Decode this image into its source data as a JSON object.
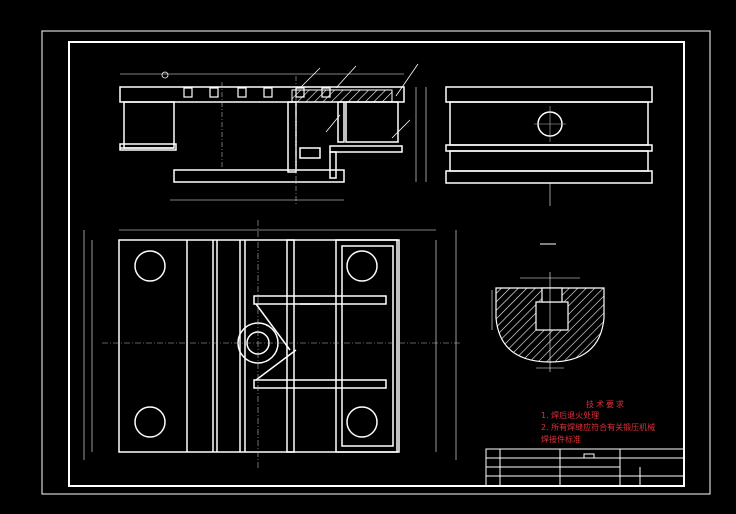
{
  "drawing": {
    "technical_notes": {
      "title": "技术要求",
      "lines": [
        "1. 焊后退火处理",
        "2. 所有焊缝应符合有关锻压机械",
        "焊接件标准"
      ]
    }
  },
  "colors": {
    "background": "#000000",
    "lines": "#ffffff",
    "hatch": "#ffffff",
    "annotation": "#e0303a",
    "centerline": "#cfcfcf"
  }
}
